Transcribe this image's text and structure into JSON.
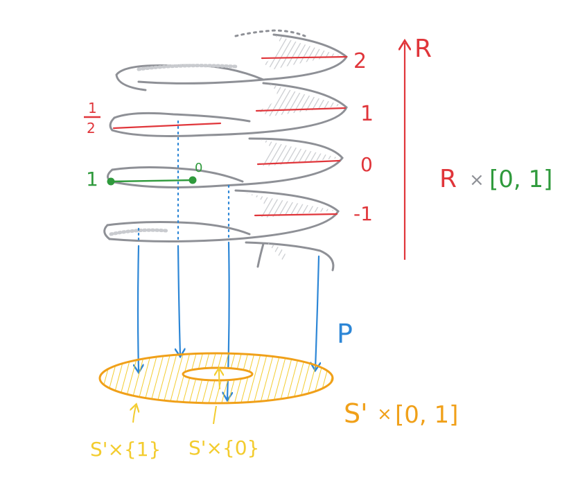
{
  "colors": {
    "red": "#e0353a",
    "green": "#2f9a3c",
    "blue": "#2c86d6",
    "orange": "#f0a019",
    "yellow": "#f3cc2e",
    "gray": "#8e9096",
    "shade": "#c9cbcf"
  },
  "helix_labels": {
    "level_2": "2",
    "level_1": "1",
    "level_0": "0",
    "level_m1": "-1",
    "half_num": "1",
    "half_den": "2",
    "green_one": "1",
    "green_zero": "0"
  },
  "axis": {
    "label": "R"
  },
  "space_label": {
    "r": "R",
    "times": "×",
    "interval": "[0, 1]"
  },
  "projection_label": "P",
  "annulus_label": {
    "s": "S'",
    "times": "×",
    "interval": "[0, 1]"
  },
  "outer_circle_label": "S'×{1}",
  "inner_circle_label": "S'×{0}"
}
